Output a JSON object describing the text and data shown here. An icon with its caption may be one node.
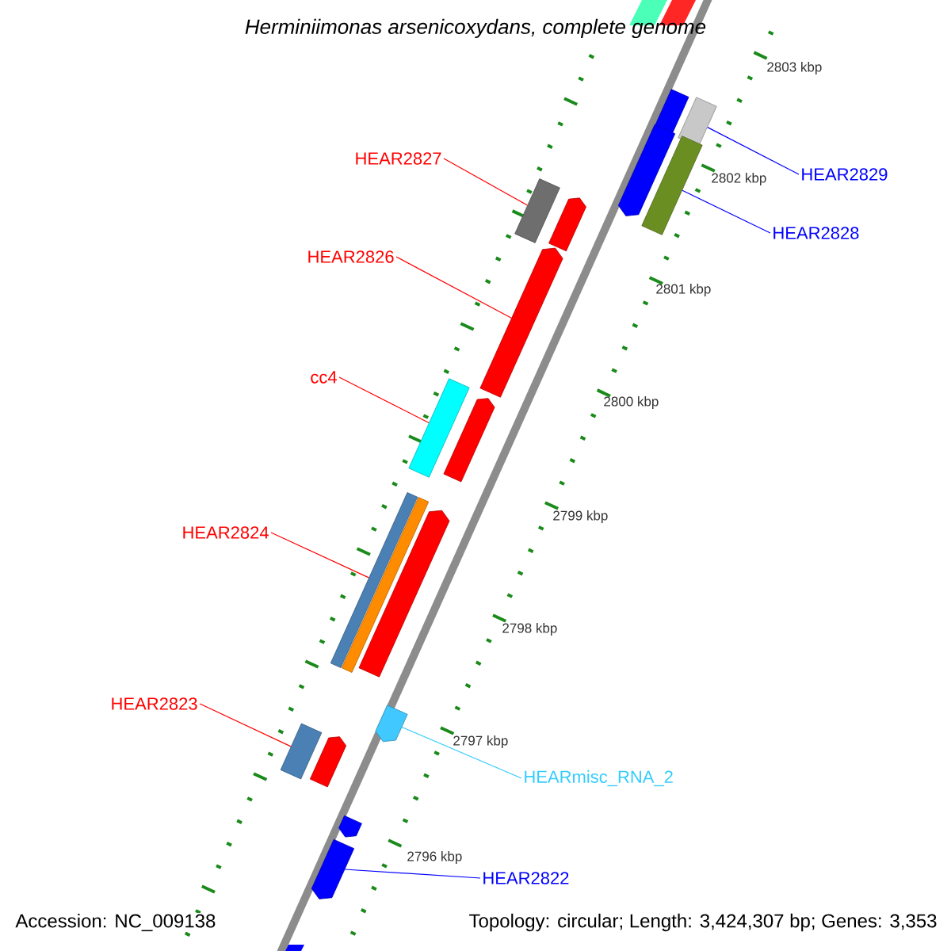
{
  "diagram": {
    "title": "Herminiimonas arsenicoxydans, complete genome",
    "nodes": [
      {
        "text": [
          "HEAR2827"
        ]
      },
      {
        "text": [
          "HEAR2829"
        ]
      },
      {
        "text": [
          "HEAR2828"
        ]
      },
      {
        "text": [
          "HEAR2826"
        ]
      },
      {
        "text": [
          "cc4"
        ]
      },
      {
        "text": [
          "HEAR2824"
        ]
      },
      {
        "text": [
          "HEAR2823"
        ]
      },
      {
        "text": [
          "HEARmisc_RNA_2"
        ]
      },
      {
        "text": [
          "HEAR2822"
        ]
      },
      {
        "text": [],
        "shape": "pentagon"
      },
      {
        "text": [],
        "shape": "box"
      },
      {
        "text": [],
        "shape": "pentagon"
      },
      {
        "text": [],
        "shape": "box"
      },
      {
        "text": [],
        "shape": "box"
      },
      {
        "text": [],
        "shape": "pentagon"
      },
      {
        "text": [],
        "shape": "pentagon"
      },
      {
        "text": [],
        "shape": "box"
      },
      {
        "text": [],
        "shape": "pentagon"
      },
      {
        "text": [],
        "shape": "box"
      },
      {
        "text": [],
        "shape": "box"
      },
      {
        "text": [],
        "shape": "pentagon"
      },
      {
        "text": [],
        "shape": "pentagon"
      },
      {
        "text": [],
        "shape": "box"
      },
      {
        "text": [],
        "shape": "pentagon"
      },
      {
        "text": [],
        "shape": "pentagon"
      },
      {
        "text": [],
        "shape": "pentagon"
      }
    ],
    "edges": [
      {
        "from": 0,
        "to": 13,
        "arrow": "none",
        "color": "#ff0000"
      },
      {
        "from": 1,
        "to": 10,
        "arrow": "none",
        "color": "#0000ff"
      },
      {
        "from": 2,
        "to": 12,
        "arrow": "none",
        "color": "#0000ff"
      },
      {
        "from": 3,
        "to": 15,
        "arrow": "none",
        "color": "#ff0000"
      },
      {
        "from": 4,
        "to": 16,
        "arrow": "none",
        "color": "#ff0000"
      },
      {
        "from": 5,
        "to": 18,
        "arrow": "none",
        "color": "#ff0000"
      },
      {
        "from": 6,
        "to": 22,
        "arrow": "none",
        "color": "#ff0000"
      },
      {
        "from": 7,
        "to": 21,
        "arrow": "none",
        "color": "#33ccff"
      },
      {
        "from": 8,
        "to": 25,
        "arrow": "none",
        "color": "#0000ff"
      }
    ],
    "labels": [
      "2803 kbp",
      "2802 kbp",
      "2801 kbp",
      "2800 kbp",
      "2799 kbp",
      "2798 kbp",
      "2797 kbp",
      "2796 kbp",
      "Accession: NC_009138",
      "Topology: circular; Length: 3,424,307 bp; Genes: 3,353"
    ]
  }
}
